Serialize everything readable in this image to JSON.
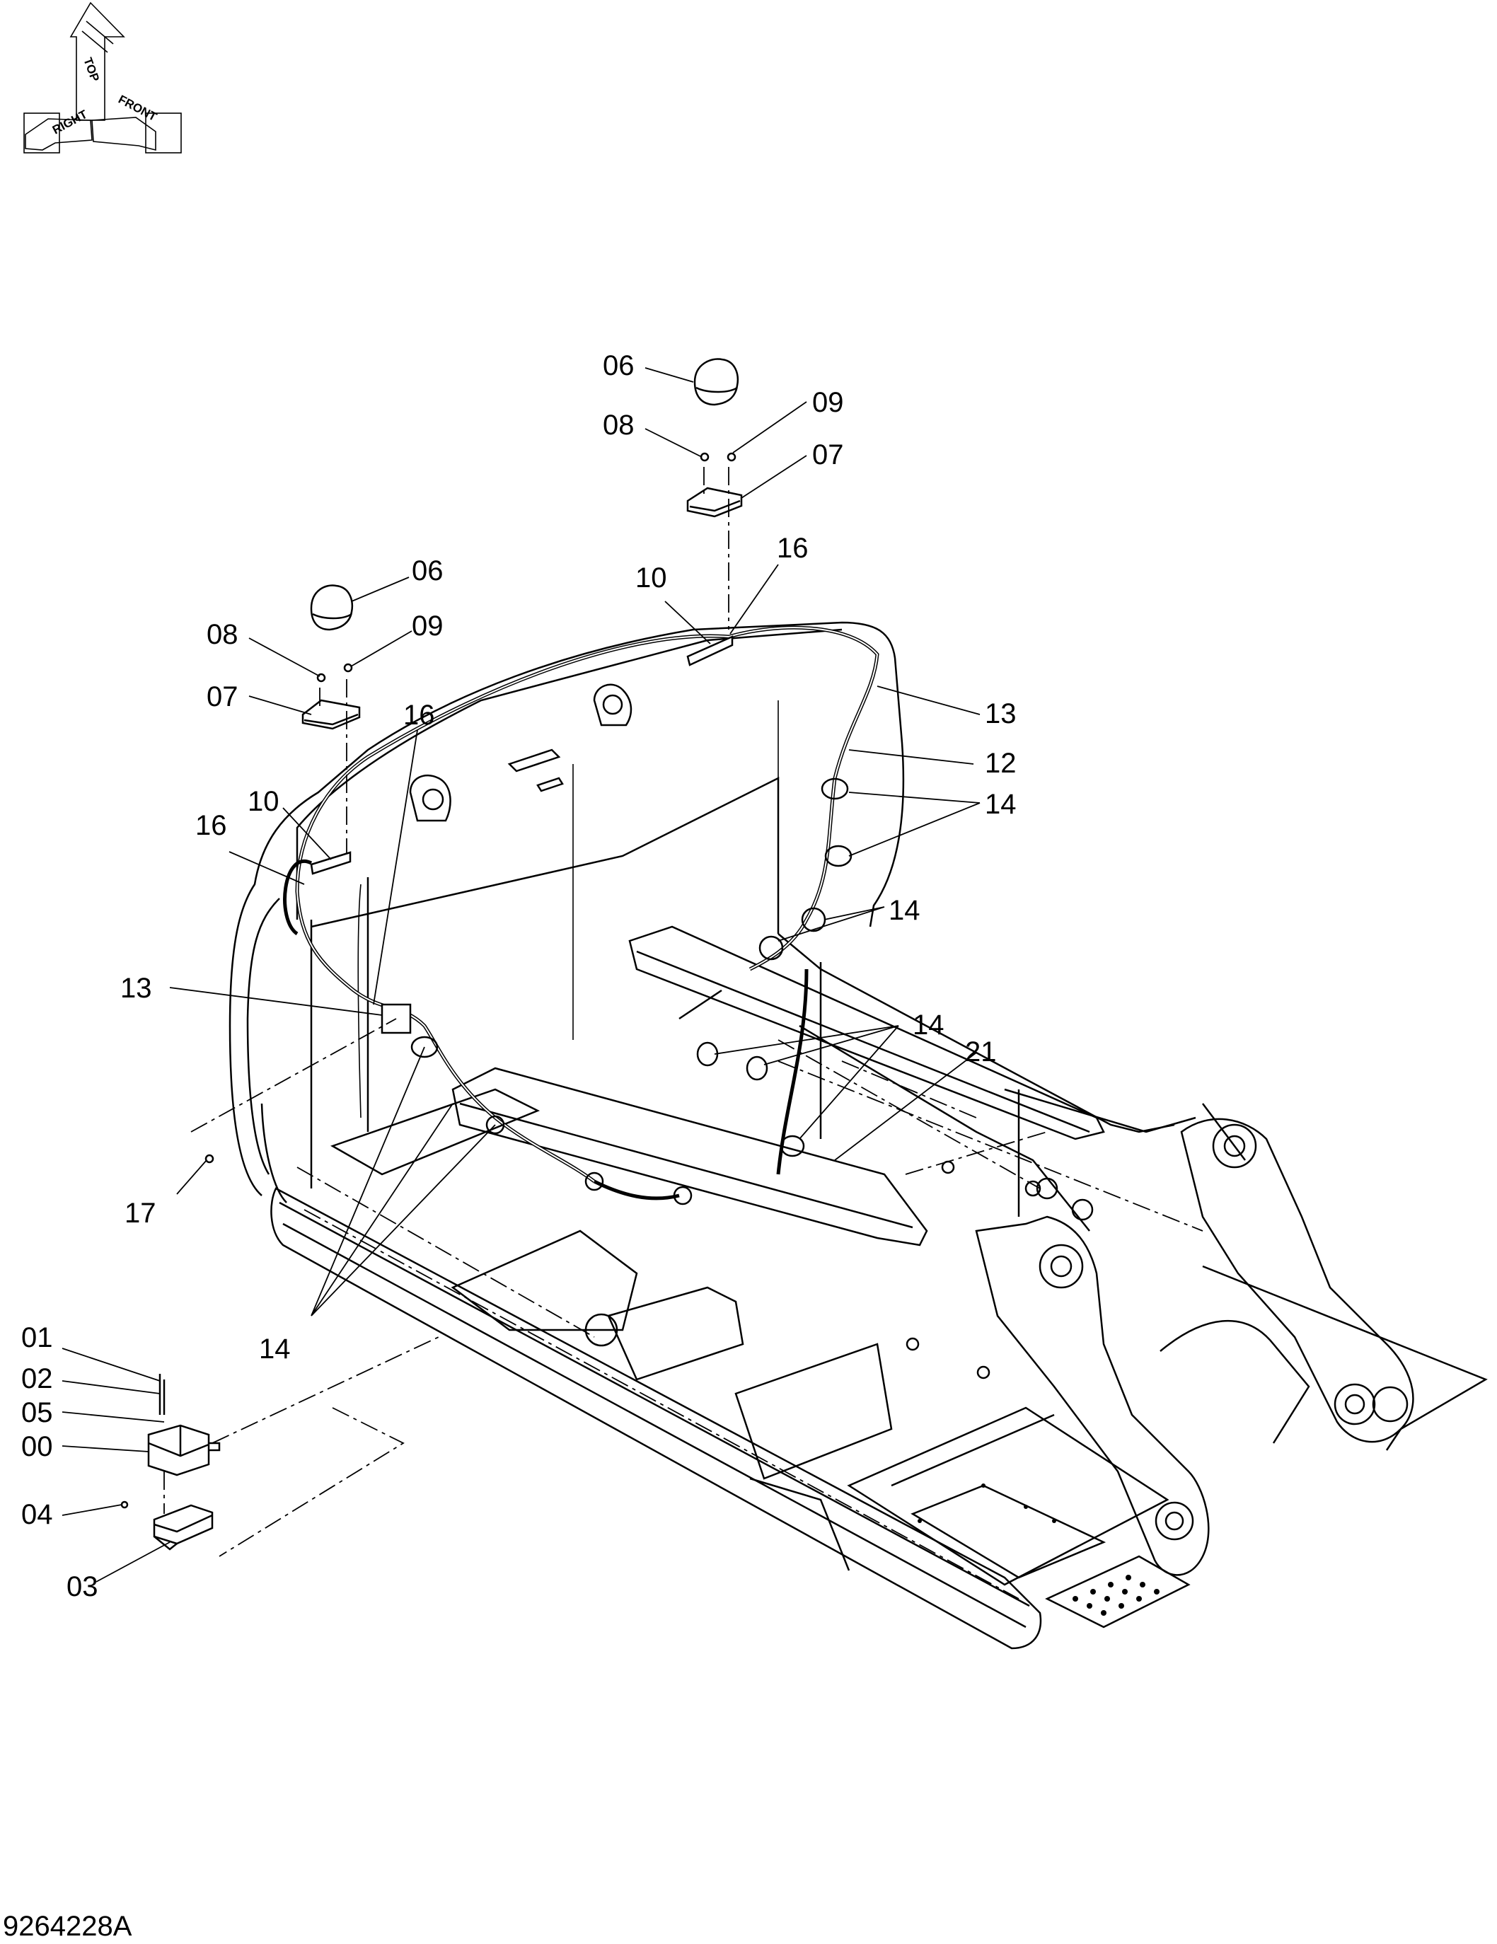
{
  "compass": {
    "labels": {
      "top": "TOP",
      "right": "RIGHT",
      "front": "FRONT"
    }
  },
  "callouts": [
    {
      "id": "06",
      "text": "06"
    },
    {
      "id": "09",
      "text": "09"
    },
    {
      "id": "08",
      "text": "08"
    },
    {
      "id": "07",
      "text": "07"
    },
    {
      "id": "16",
      "text": "16"
    },
    {
      "id": "10",
      "text": "10"
    },
    {
      "id": "06",
      "text": "06"
    },
    {
      "id": "08",
      "text": "08"
    },
    {
      "id": "09",
      "text": "09"
    },
    {
      "id": "07",
      "text": "07"
    },
    {
      "id": "16",
      "text": "16"
    },
    {
      "id": "13",
      "text": "13"
    },
    {
      "id": "12",
      "text": "12"
    },
    {
      "id": "14",
      "text": "14"
    },
    {
      "id": "10",
      "text": "10"
    },
    {
      "id": "16",
      "text": "16"
    },
    {
      "id": "13",
      "text": "13"
    },
    {
      "id": "14",
      "text": "14"
    },
    {
      "id": "14",
      "text": "14"
    },
    {
      "id": "21",
      "text": "21"
    },
    {
      "id": "17",
      "text": "17"
    },
    {
      "id": "14",
      "text": "14"
    },
    {
      "id": "01",
      "text": "01"
    },
    {
      "id": "02",
      "text": "02"
    },
    {
      "id": "05",
      "text": "05"
    },
    {
      "id": "00",
      "text": "00"
    },
    {
      "id": "04",
      "text": "04"
    },
    {
      "id": "03",
      "text": "03"
    }
  ],
  "document_number": "9264228A"
}
